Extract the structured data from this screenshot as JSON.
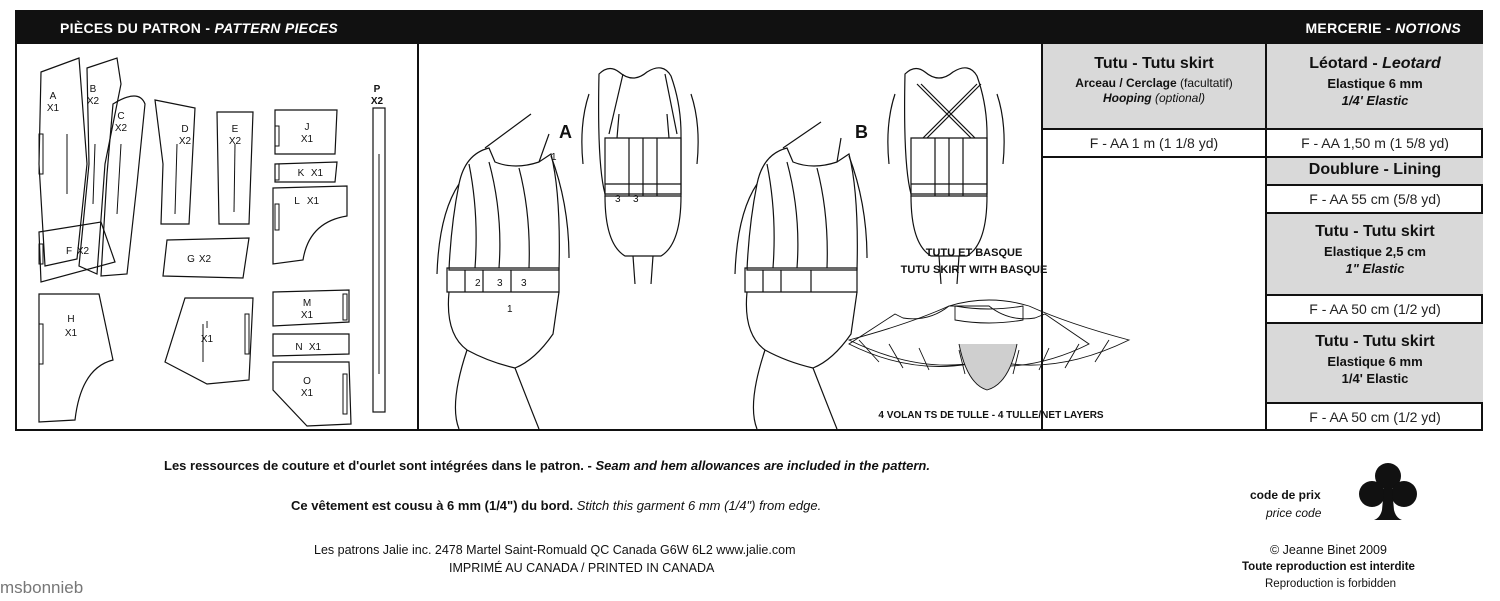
{
  "header": {
    "pieces_fr": "PIÈCES DU PATRON",
    "pieces_sep": " - ",
    "pieces_en": "PATTERN PIECES",
    "notions_fr": "MERCERIE",
    "notions_sep": " - ",
    "notions_en": "NOTIONS"
  },
  "pattern_pieces": [
    {
      "letter": "A",
      "qty": "X1"
    },
    {
      "letter": "B",
      "qty": "X2"
    },
    {
      "letter": "C",
      "qty": "X2"
    },
    {
      "letter": "D",
      "qty": "X2"
    },
    {
      "letter": "E",
      "qty": "X2"
    },
    {
      "letter": "J",
      "qty": "X1"
    },
    {
      "letter": "K",
      "qty": "X1"
    },
    {
      "letter": "L",
      "qty": "X1"
    },
    {
      "letter": "F",
      "qty": "X2"
    },
    {
      "letter": "G",
      "qty": "X2"
    },
    {
      "letter": "H",
      "qty": "X1"
    },
    {
      "letter": "I",
      "qty": "X1"
    },
    {
      "letter": "M",
      "qty": "X1"
    },
    {
      "letter": "N",
      "qty": "X1"
    },
    {
      "letter": "O",
      "qty": "X1"
    },
    {
      "letter": "P",
      "qty": "X2"
    }
  ],
  "illustrations": {
    "view_a": "A",
    "view_b": "B",
    "panel_numbers": [
      "1",
      "2",
      "3",
      "3"
    ],
    "tutu_title_fr": "TUTU ET BASQUE",
    "tutu_title_en": "TUTU SKIRT WITH BASQUE",
    "tutu_layers": "4 VOLAN TS DE TULLE - 4 TULLE/NET  LAYERS"
  },
  "notions": {
    "tutu_hooping": {
      "title": "Tutu - Tutu skirt",
      "line1_bold": "Arceau / Cerclage",
      "line1_plain": " (facultatif)",
      "line2_bold": "Hooping",
      "line2_plain": "  (optional)",
      "amount": "F - AA  1 m (1 1/8 yd)"
    },
    "leotard": {
      "title_fr": "Léotard - ",
      "title_en": "Leotard",
      "elastic": "Elastique 6 mm",
      "elastic_en": "1/4' Elastic",
      "amount": "F - AA  1,50 m (1 5/8 yd)"
    },
    "lining": {
      "title": "Doublure - Lining",
      "amount": "F - AA   55 cm (5/8 yd)"
    },
    "tutu_elastic_25": {
      "title": "Tutu - Tutu skirt",
      "elastic": "Elastique 2,5 cm",
      "elastic_en": "1\" Elastic",
      "amount": "F - AA 50 cm (1/2 yd)"
    },
    "tutu_elastic_6": {
      "title": "Tutu - Tutu skirt",
      "elastic": "Elastique 6 mm",
      "elastic_en": "1/4' Elastic",
      "amount": "F - AA 50 cm (1/2 yd)"
    }
  },
  "footer": {
    "allowance_fr": "Les ressources de couture et d'ourlet sont intégrées dans le patron. - ",
    "allowance_en": "Seam and hem allowances are included in the pattern.",
    "stitch_fr": "Ce vêtement est cousu à 6 mm (1/4\") du bord.",
    "stitch_en": "  Stitch this garment 6 mm (1/4\") from edge.",
    "address": "Les patrons Jalie inc. 2478 Martel  Saint-Romuald  QC  Canada  G6W 6L2  www.jalie.com",
    "printed": "IMPRIMÉ AU CANADA / PRINTED IN CANADA",
    "price_code_fr": "code de prix",
    "price_code_en": "price code",
    "price_symbol": "club-icon",
    "copyright": "© Jeanne Binet 2009",
    "reproduction_fr": "Toute reproduction est interdite",
    "reproduction_en": "Reproduction is forbidden"
  },
  "watermark": "msbonnieb"
}
